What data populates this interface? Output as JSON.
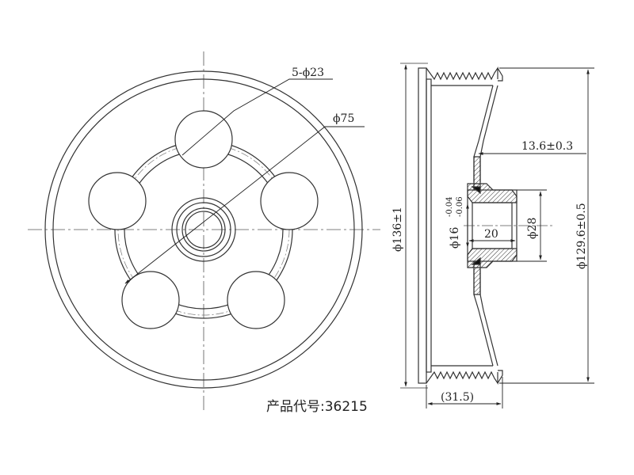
{
  "drawing": {
    "front_view": {
      "bolt_holes_label": "5-ϕ23",
      "pitch_circle_label": "ϕ75"
    },
    "side_view": {
      "outer_dia_label": "ϕ136±1",
      "groove_dia_label": "ϕ129.6±0.5",
      "flange_offset_label": "13.6±0.3",
      "hub_dia_label": "ϕ28",
      "hub_length_label": "20",
      "bore_dia_label": "ϕ16",
      "bore_tol_upper": "-0.04",
      "bore_tol_lower": "-0.06",
      "width_label": "(31.5)"
    },
    "product_code_label": "产品代号:36215"
  }
}
